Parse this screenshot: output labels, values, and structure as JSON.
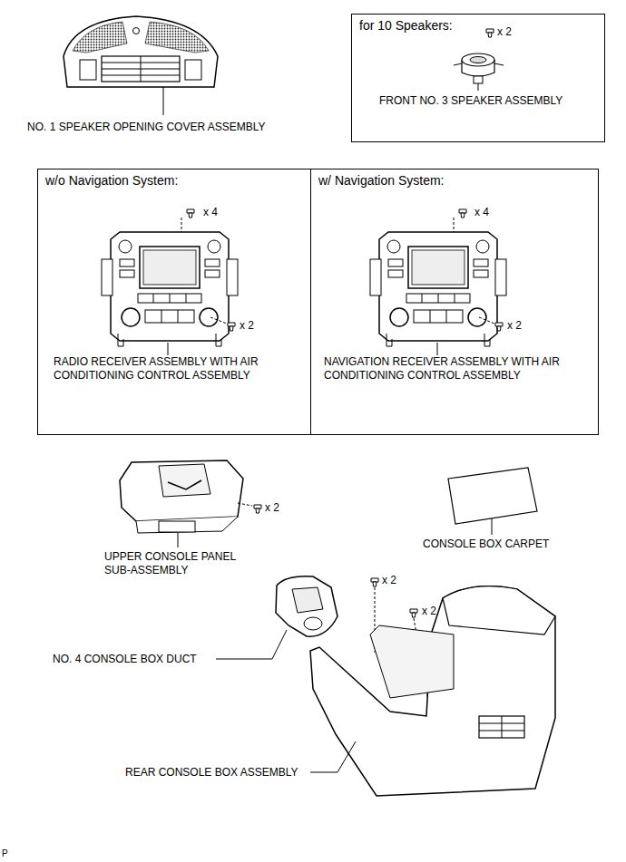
{
  "diagram": {
    "nodes": [
      {
        "text": [
          "for 10 Speakers:",
          "x 2",
          "FRONT NO. 3 SPEAKER ASSEMBLY"
        ]
      },
      {
        "text": [
          "w/o Navigation System:",
          "x 4",
          "x 2",
          "RADIO RECEIVER ASSEMBLY WITH AIR CONDITIONING CONTROL ASSEMBLY"
        ]
      },
      {
        "text": [
          "w/ Navigation System:",
          "x 4",
          "x 2",
          "NAVIGATION RECEIVER ASSEMBLY WITH AIR CONDITIONING CONTROL ASSEMBLY"
        ]
      }
    ],
    "labels": [
      "NO. 1 SPEAKER OPENING COVER ASSEMBLY",
      "UPPER CONSOLE PANEL SUB-ASSEMBLY",
      "x 2",
      "CONSOLE BOX CARPET",
      "x 2",
      "x 2",
      "NO. 4 CONSOLE BOX DUCT",
      "REAR CONSOLE BOX ASSEMBLY",
      "P"
    ]
  }
}
